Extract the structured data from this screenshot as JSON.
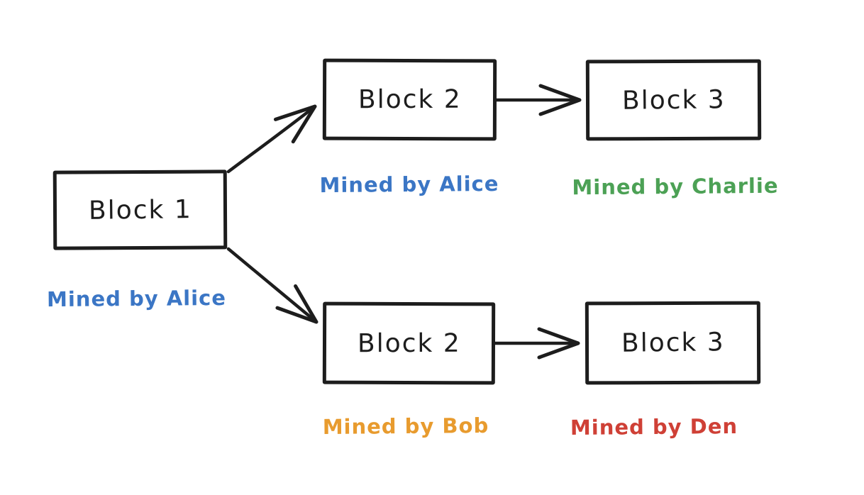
{
  "diagram": {
    "background_color": "#ffffff",
    "line_color": "#1d1d1d",
    "blocks": [
      {
        "id": "block-1",
        "label": "Block 1",
        "miner_label": "Mined by Alice",
        "miner_color": "#3b76c5"
      },
      {
        "id": "block-2-top",
        "label": "Block 2",
        "miner_label": "Mined by Alice",
        "miner_color": "#3b76c5"
      },
      {
        "id": "block-3-top",
        "label": "Block 3",
        "miner_label": "Mined by Charlie",
        "miner_color": "#4ca155"
      },
      {
        "id": "block-2-bottom",
        "label": "Block 2",
        "miner_label": "Mined by Bob",
        "miner_color": "#e89b2e"
      },
      {
        "id": "block-3-bottom",
        "label": "Block 3",
        "miner_label": "Mined by Den",
        "miner_color": "#cf4036"
      }
    ],
    "connections": [
      {
        "from": "block-1",
        "to": "block-2-top"
      },
      {
        "from": "block-1",
        "to": "block-2-bottom"
      },
      {
        "from": "block-2-top",
        "to": "block-3-top"
      },
      {
        "from": "block-2-bottom",
        "to": "block-3-bottom"
      }
    ]
  }
}
